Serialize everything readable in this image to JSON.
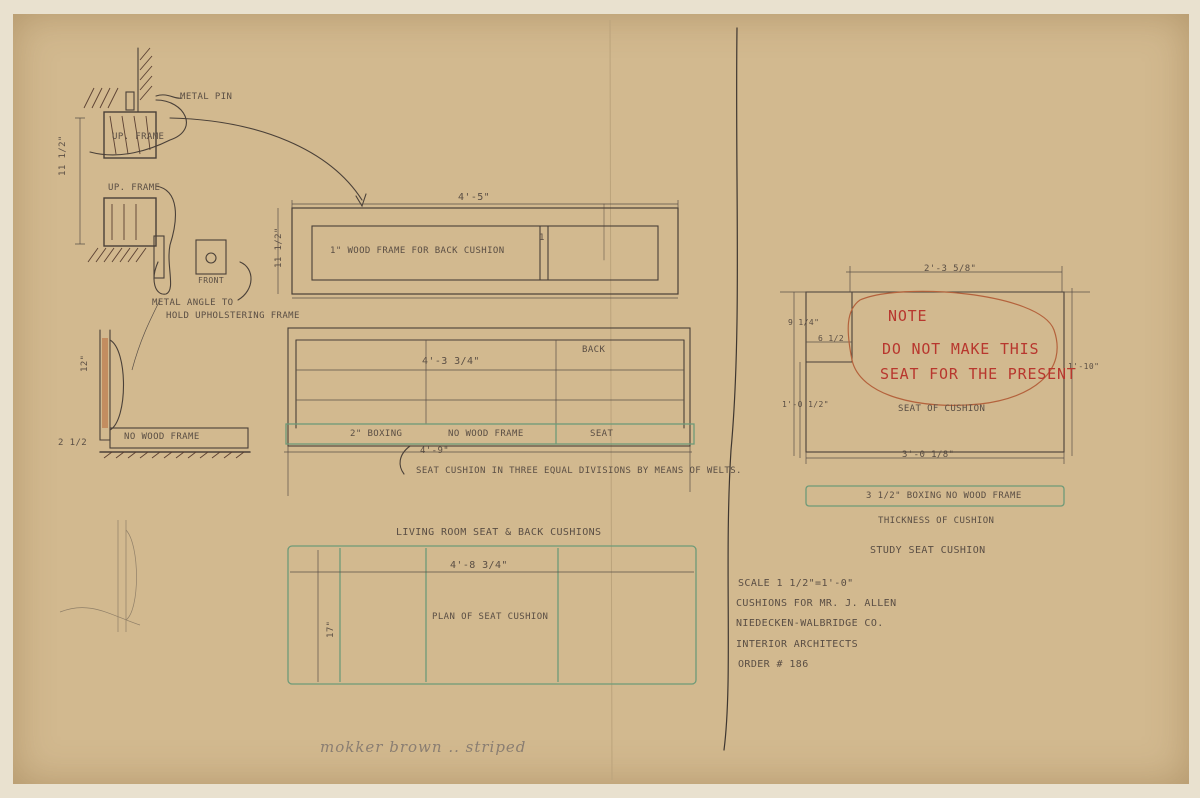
{
  "detail": {
    "metal_pin": "METAL PIN",
    "up_frame_1": "UP. FRAME",
    "up_frame_2": "UP. FRAME",
    "height_dim": "11 1/2\"",
    "front": "FRONT",
    "metal_angle_1": "METAL ANGLE TO",
    "metal_angle_2": "HOLD UPHOLSTERING FRAME",
    "section_dim": "12\"",
    "base_dim": "2 1/2",
    "no_wood_frame": "NO WOOD FRAME"
  },
  "back_cushion": {
    "width_dim": "4'-5\"",
    "label": "1\" WOOD FRAME FOR BACK CUSHION",
    "height_dim": "11 1/2\"",
    "mark": "1"
  },
  "seat_elevation": {
    "width_dim": "4'-3 3/4\"",
    "back": "BACK",
    "boxing": "2\" BOXING",
    "no_wood_frame": "NO WOOD FRAME",
    "seat": "SEAT",
    "bottom_dim": "4'-9\"",
    "note": "SEAT CUSHION IN THREE EQUAL DIVISIONS BY MEANS OF WELTS."
  },
  "plan": {
    "title": "LIVING ROOM SEAT & BACK CUSHIONS",
    "width_dim": "4'-8 3/4\"",
    "depth_dim": "17\"",
    "label": "PLAN OF SEAT CUSHION"
  },
  "study_seat": {
    "top_dim": "2'-3 5/8\"",
    "left_top_dim": "9 1/4\"",
    "inner_dim": "6 1/2",
    "right_dim": "1'-10\"",
    "left_bottom_dim": "1'-0 1/2\"",
    "label": "SEAT OF CUSHION",
    "bottom_dim": "3'-0 1/8\"",
    "note_title": "NOTE",
    "note_line1": "DO NOT MAKE THIS",
    "note_line2": "SEAT FOR THE PRESENT",
    "thickness_boxing": "3 1/2\" BOXING",
    "thickness_frame": "NO WOOD FRAME",
    "thickness_label": "THICKNESS OF CUSHION",
    "title": "STUDY SEAT CUSHION"
  },
  "title_block": {
    "scale": "SCALE 1 1/2\"=1'-0\"",
    "project": "CUSHIONS FOR MR. J. ALLEN",
    "firm": "NIEDECKEN-WALBRIDGE CO.",
    "role": "INTERIOR ARCHITECTS",
    "order": "ORDER # 186"
  },
  "handwritten_note": "mokker brown .. striped"
}
